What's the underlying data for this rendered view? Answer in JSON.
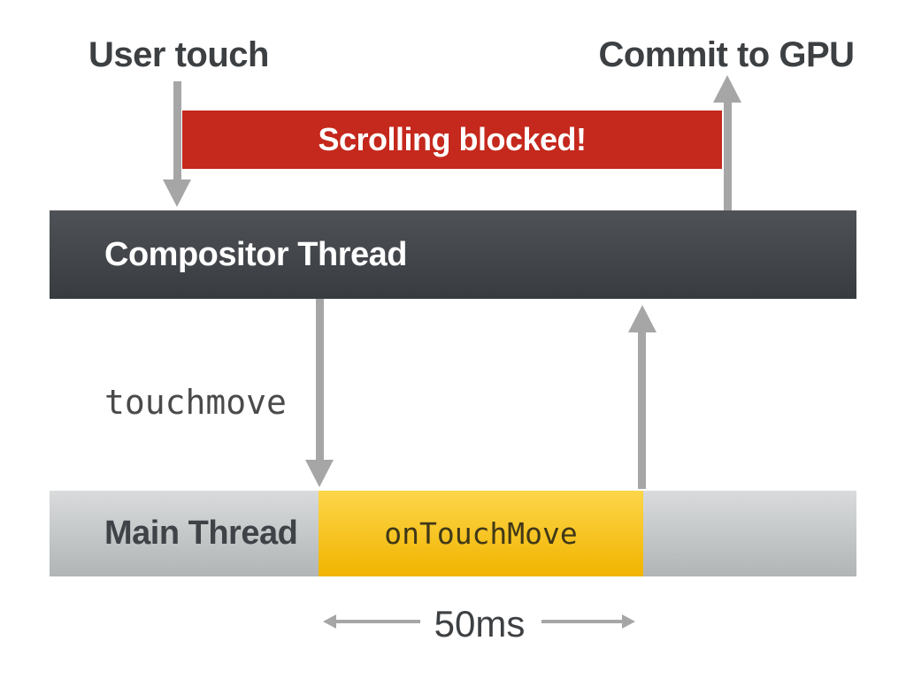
{
  "labels": {
    "user_touch": "User touch",
    "commit_to_gpu": "Commit to GPU"
  },
  "banner": {
    "text": "Scrolling blocked!",
    "background_color": "#C5281C",
    "text_color": "#FFFFFF"
  },
  "compositor": {
    "label": "Compositor Thread",
    "gradient_top": "#4E5257",
    "gradient_bottom": "#383B3F",
    "text_color": "#FFFFFF"
  },
  "main_thread": {
    "label": "Main Thread",
    "task_label": "onTouchMove",
    "gradient_top": "#D9DBDC",
    "gradient_bottom": "#B1B5B6",
    "task_gradient_top": "#FDD64A",
    "task_gradient_bottom": "#F1B400",
    "text_color": "#3F4347"
  },
  "events": {
    "down_event": "touchmove"
  },
  "measure": {
    "label": "50ms"
  },
  "colors": {
    "arrow": "#A6A6A6",
    "heading_text": "#3D4043"
  },
  "arrows": [
    {
      "name": "user-touch-to-compositor",
      "direction": "down"
    },
    {
      "name": "compositor-to-commit-gpu",
      "direction": "up"
    },
    {
      "name": "compositor-to-main-touchmove",
      "direction": "down"
    },
    {
      "name": "main-to-compositor-return",
      "direction": "up"
    },
    {
      "name": "duration-span-left",
      "direction": "left"
    },
    {
      "name": "duration-span-right",
      "direction": "right"
    }
  ]
}
